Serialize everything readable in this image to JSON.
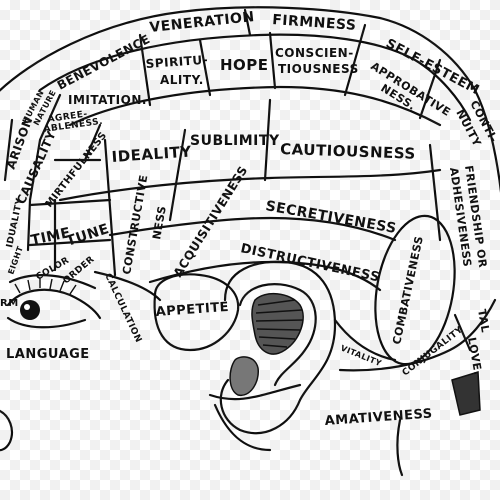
{
  "diagram": {
    "regions": {
      "veneration": "VENERATION",
      "firmness": "FIRMNESS",
      "self_esteem": "SELF-ESTEEM",
      "benevolence": "BENEVOLENCE",
      "spirituality_1": "SPIRITU-",
      "spirituality_2": "ALITY.",
      "hope": "HOPE",
      "conscientiousness_1": "CONSCIEN-",
      "conscientiousness_2": "TIOUSNESS",
      "approbativeness_1": "APPROBATIVE",
      "approbativeness_2": "NESS.",
      "continuity_1": "CONTI-",
      "continuity_2": "NUITY",
      "human_nature_1": "HUMAN",
      "human_nature_2": "NATURE",
      "imitation": "IMITATION.",
      "agreeableness_1": "AGREE-",
      "agreeableness_2": "ABLENESS.",
      "comparison": "ARISON",
      "causality": "CAUSALITY",
      "ideality": "IDEALITY",
      "sublimity": "SUBLIMITY",
      "cautiousness": "CAUTIOUSNESS",
      "friendship_1": "FRIENDSHIP OR",
      "friendship_2": "ADHESIVENESS",
      "mirthfulness": "MIRTHFULNESS",
      "constructiveness_1": "CONSTRUCTIVE",
      "constructiveness_2": "NESS",
      "acquisitiveness": "ACQUISITIVENESS",
      "secretiveness": "SECRETIVENESS",
      "individuality": "IDUALITY",
      "time": "TIME",
      "tune": "TUNE",
      "destructiveness": "DISTRUCTIVENESS",
      "combativeness": "COMBATIVENESS",
      "eventuality": "EIGHT",
      "color": "COLOR",
      "order": "ORDER",
      "calculation": "CALCULATION",
      "appetite": "APPETITE",
      "form": "RM",
      "language": "LANGUAGE",
      "vitality": "VITALITY",
      "conjugality": "CONJUGALITY",
      "parental_love_1": "TAL",
      "parental_love_2": "LOVE.",
      "amativeness": "AMATIVENESS"
    }
  }
}
